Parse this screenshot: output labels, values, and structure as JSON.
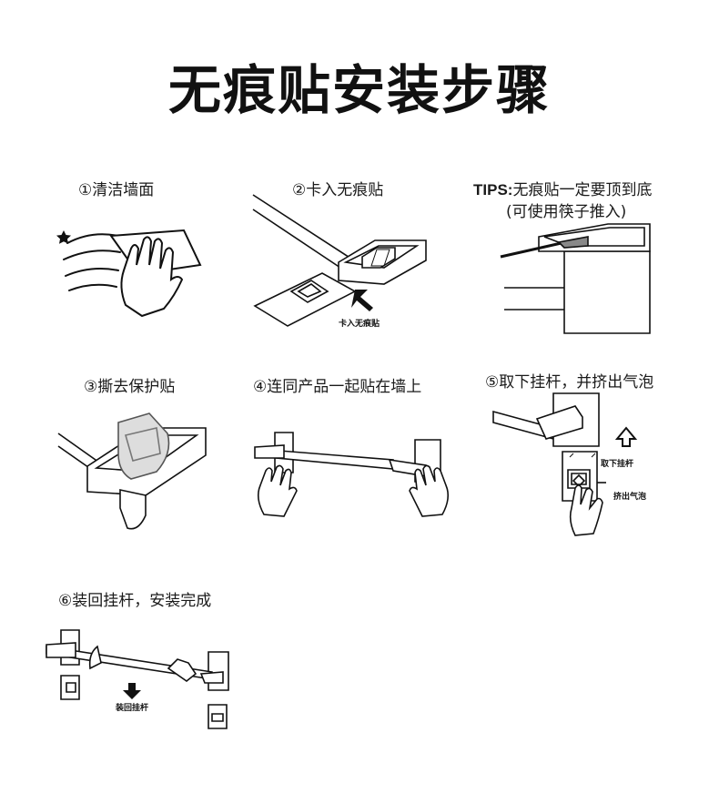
{
  "title": "无痕贴安装步骤",
  "steps": [
    {
      "caption": "①清洁墙面"
    },
    {
      "caption": "②卡入无痕贴",
      "label": "卡入无痕贴"
    },
    {
      "tips_prefix": "TIPS:",
      "caption": "无痕贴一定要顶到底",
      "caption2": "(可使用筷子推入)"
    },
    {
      "caption": "③撕去保护贴"
    },
    {
      "caption": "④连同产品一起贴在墙上"
    },
    {
      "caption": "⑤取下挂杆，并挤出气泡",
      "label": "取下挂杆",
      "label2": "挤出气泡"
    },
    {
      "caption": "⑥装回挂杆，安装完成",
      "label": "装回挂杆"
    }
  ]
}
